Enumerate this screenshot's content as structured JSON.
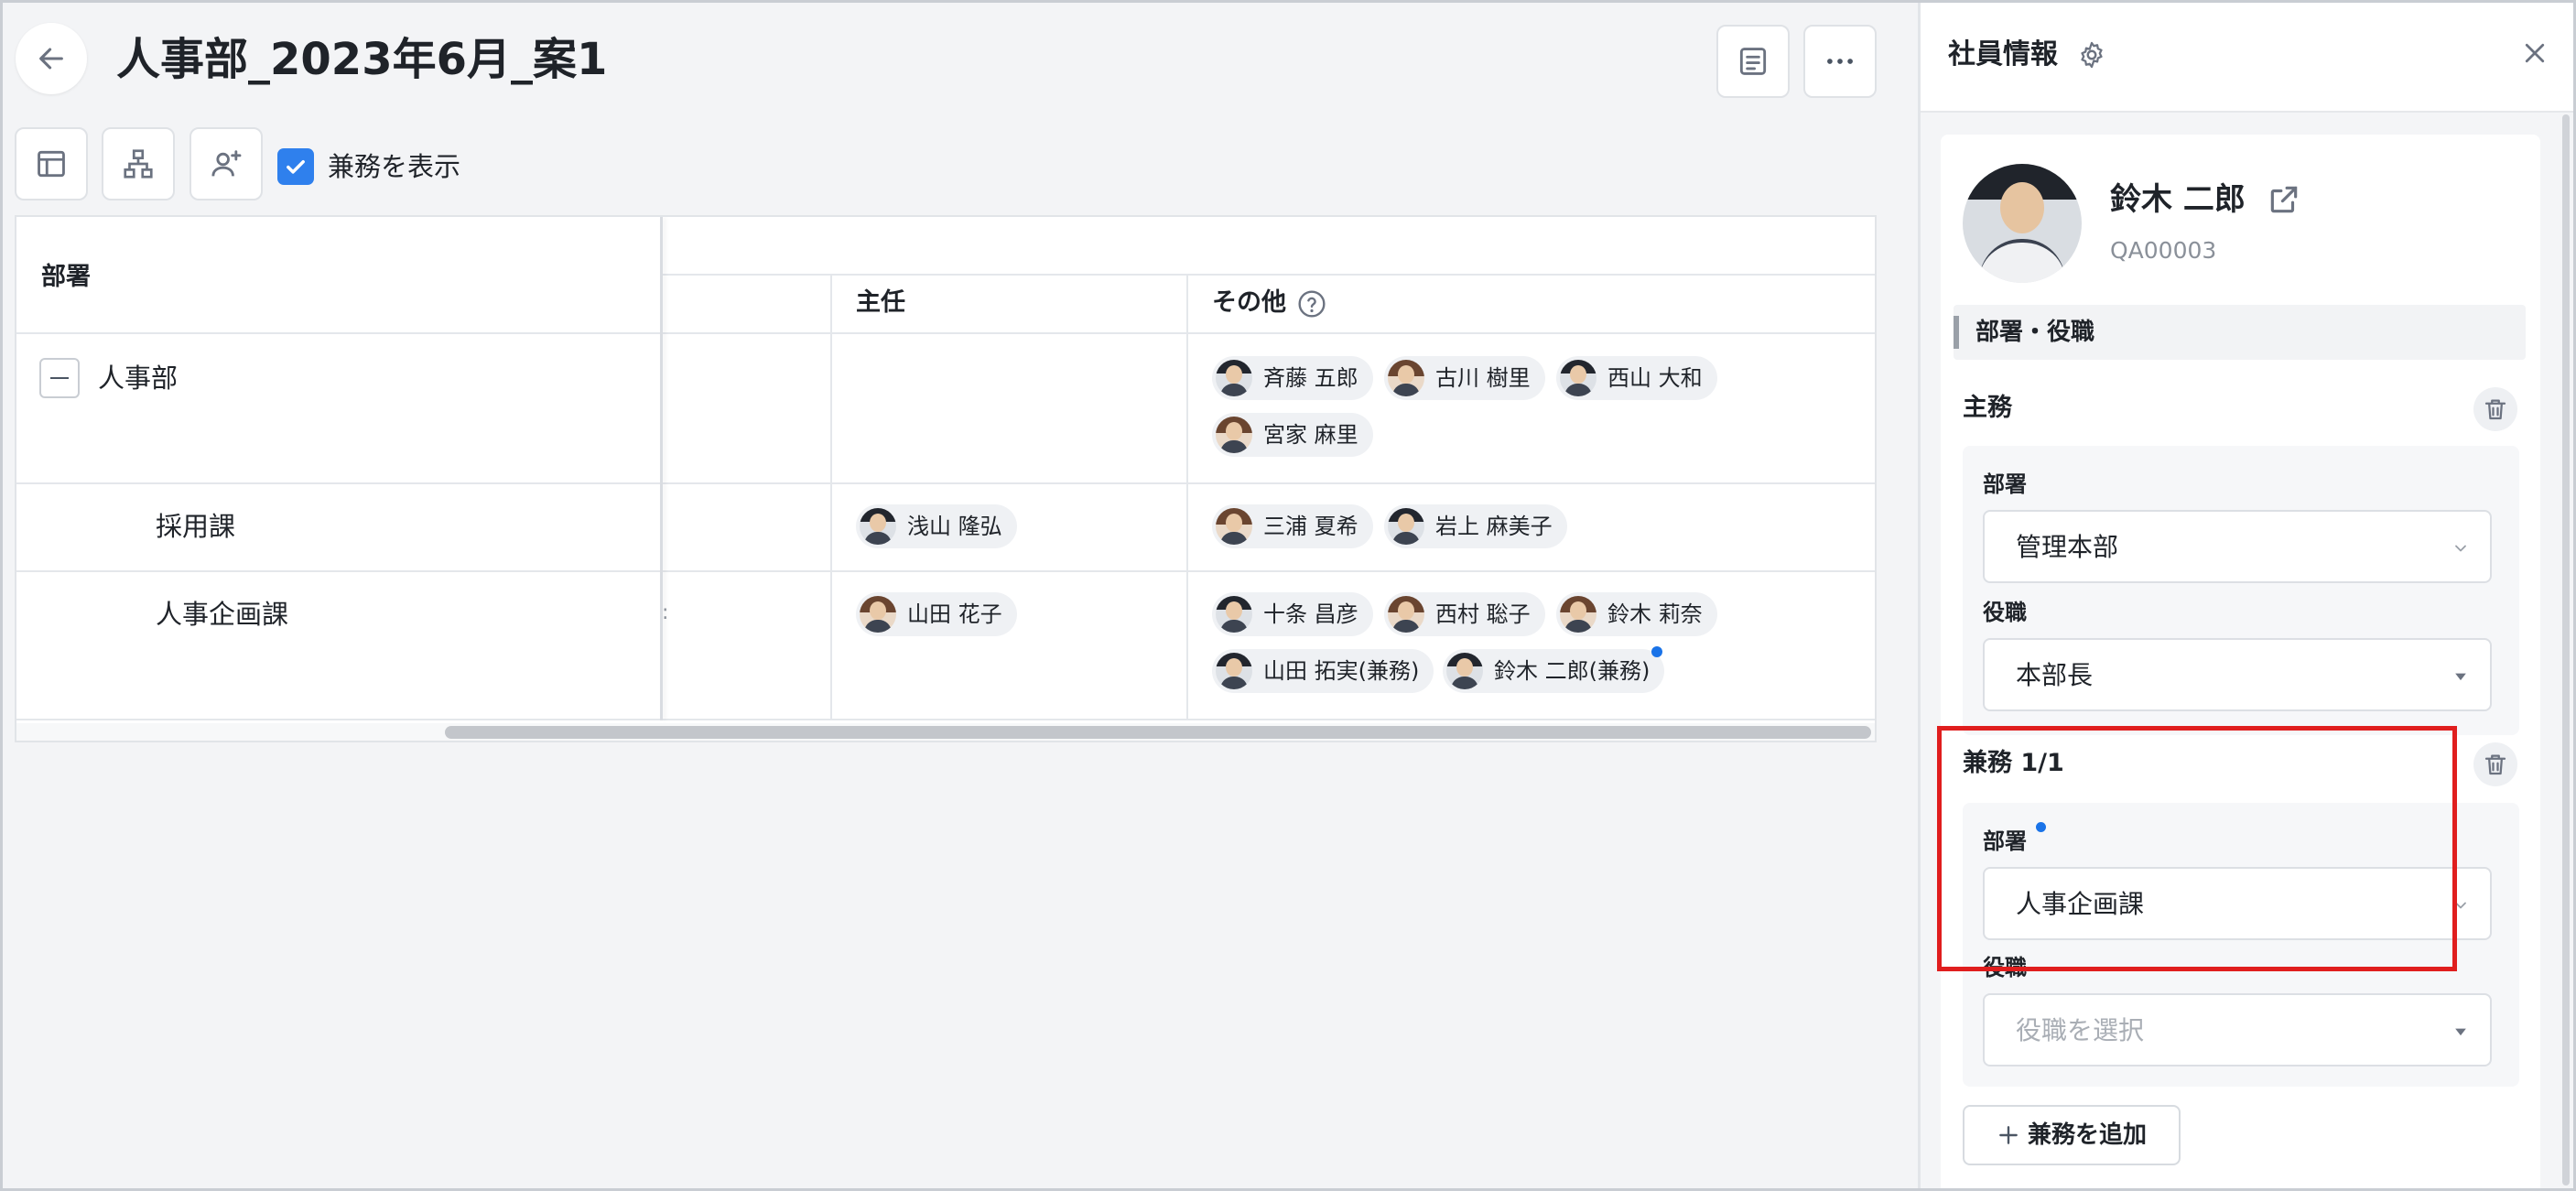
{
  "page": {
    "title": "人事部_2023年6月_案1"
  },
  "toolbar": {
    "checkbox_label": "兼務を表示",
    "checkbox_checked": true
  },
  "table": {
    "header_dept": "部署",
    "col_chief": "主任",
    "col_other": "その他",
    "rows": [
      {
        "dept": "人事部",
        "collapse_symbol": "−",
        "chief": [],
        "others": [
          "斉藤 五郎",
          "古川 樹里",
          "西山 大和",
          "宮家 麻里"
        ]
      },
      {
        "dept": "採用課",
        "chief": [
          "浅山 隆弘"
        ],
        "others": [
          "三浦 夏希",
          "岩上 麻美子"
        ]
      },
      {
        "dept": "人事企画課",
        "chief": [
          "山田 花子"
        ],
        "others": [
          "十条 昌彦",
          "西村 聡子",
          "鈴木 莉奈",
          "山田 拓実(兼務)",
          "鈴木 二郎(兼務)"
        ]
      }
    ]
  },
  "panel": {
    "title": "社員情報",
    "employee": {
      "name": "鈴木 二郎",
      "code": "QA00003"
    },
    "section_title": "部署・役職",
    "primary": {
      "title": "主務",
      "dept_label": "部署",
      "dept_value": "管理本部",
      "role_label": "役職",
      "role_value": "本部長"
    },
    "secondary": {
      "title": "兼務 1/1",
      "dept_label": "部署",
      "dept_value": "人事企画課",
      "role_label": "役職",
      "role_placeholder": "役職を選択"
    },
    "add_button": "兼務を追加"
  },
  "colors": {
    "accent": "#2f80ed",
    "highlight": "#e01e1e",
    "notify_dot": "#1a73e8"
  }
}
